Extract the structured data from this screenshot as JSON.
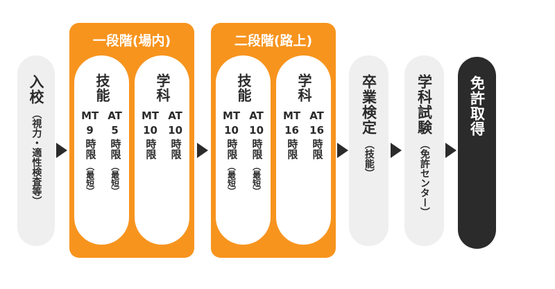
{
  "entrance": {
    "main": "入校",
    "sub": "（視力・適性検査等）"
  },
  "stages": [
    {
      "title": "一段階(場内)",
      "pills": [
        {
          "head": "技能",
          "cols": [
            {
              "transmission": "MT",
              "hours": "9",
              "unit": "時限",
              "note": "（最短）"
            },
            {
              "transmission": "AT",
              "hours": "5",
              "unit": "時限",
              "note": "（最短）"
            }
          ]
        },
        {
          "head": "学科",
          "cols": [
            {
              "transmission": "MT",
              "hours": "10",
              "unit": "時限",
              "note": ""
            },
            {
              "transmission": "AT",
              "hours": "10",
              "unit": "時限",
              "note": ""
            }
          ]
        }
      ]
    },
    {
      "title": "二段階(路上)",
      "pills": [
        {
          "head": "技能",
          "cols": [
            {
              "transmission": "MT",
              "hours": "10",
              "unit": "時限",
              "note": "（最短）"
            },
            {
              "transmission": "AT",
              "hours": "10",
              "unit": "時限",
              "note": "（最短）"
            }
          ]
        },
        {
          "head": "学科",
          "cols": [
            {
              "transmission": "MT",
              "hours": "16",
              "unit": "時限",
              "note": ""
            },
            {
              "transmission": "AT",
              "hours": "16",
              "unit": "時限",
              "note": ""
            }
          ]
        }
      ]
    }
  ],
  "graduation": {
    "main": "卒業検定",
    "sub": "（技能）"
  },
  "written_exam": {
    "main": "学科試験",
    "sub": "（免許センター）"
  },
  "license": {
    "main": "免許取得"
  },
  "colors": {
    "accent_orange": "#f7941e",
    "step_gray": "#efefef",
    "final_black": "#2b2b2b",
    "arrow_dark": "#2b2b2b",
    "stage_title_white": "#ffffff"
  }
}
